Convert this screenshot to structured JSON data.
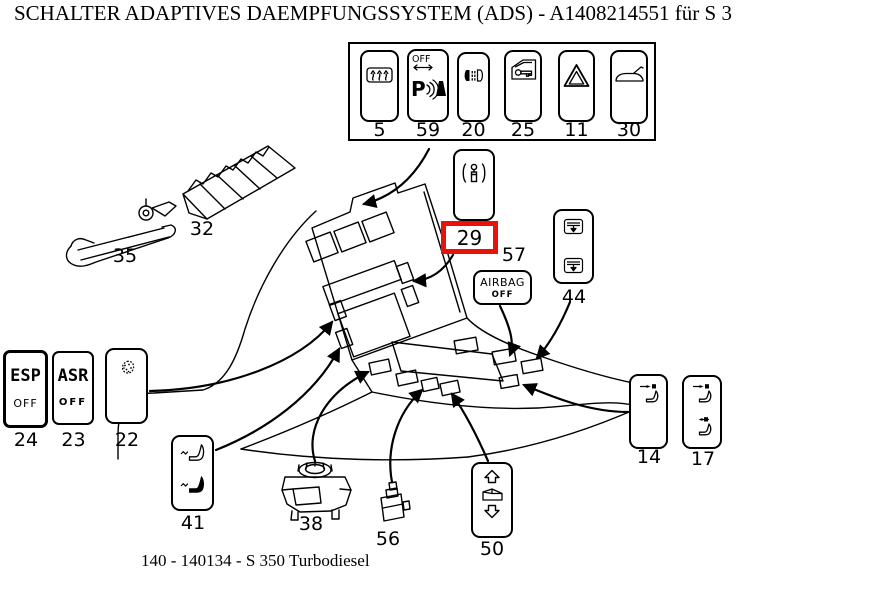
{
  "title": "SCHALTER ADAPTIVES DAEMPFUNGSSYSTEM (ADS) - A1408214551 für S 3",
  "caption": "140 - 140134 - S 350 Turbodiesel",
  "colors": {
    "highlight_box": "#e8120b",
    "line": "#000000",
    "background": "#ffffff"
  },
  "top_panel": {
    "switches": [
      {
        "number": "5",
        "icon": "rear-defroster-icon"
      },
      {
        "number": "59",
        "icon": "parktronic-icon",
        "off": "OFF",
        "p": "P"
      },
      {
        "number": "20",
        "icon": "headlamp-washer-icon"
      },
      {
        "number": "25",
        "icon": "central-locking-icon"
      },
      {
        "number": "11",
        "icon": "hazard-warning-icon"
      },
      {
        "number": "30",
        "icon": "trunk-release-icon"
      }
    ]
  },
  "highlighted_switch": {
    "number": "29",
    "icon": "suspension-damper-icon",
    "highlighted": true
  },
  "airbag_switch": {
    "number": "57",
    "label_line1": "AIRBAG",
    "label_line2": "OFF"
  },
  "rear_blind_switch": {
    "number": "44",
    "icon": "rear-blind-icon"
  },
  "esp_switch": {
    "number": "24",
    "label": "ESP",
    "sub_label": "OFF"
  },
  "asr_switch": {
    "number": "23",
    "label": "ASR",
    "sub_label": "OFF"
  },
  "blank_switch": {
    "number": "22",
    "icon": "stippled-blob-icon"
  },
  "seat_heater_switch": {
    "number": "41",
    "icon": "seat-heater-icon"
  },
  "mirror_switch_part": {
    "number": "38"
  },
  "micro_switch_part": {
    "number": "56"
  },
  "window_lifter_switch": {
    "number": "50",
    "icon": "window-lifter-icon"
  },
  "seat_adjust_switch_single": {
    "number": "14",
    "icon": "seat-adjust-icon"
  },
  "seat_adjust_switch_double": {
    "number": "17",
    "icon": "seat-adjust-icon"
  },
  "switch_frame_part": {
    "number": "32"
  },
  "bracket_part": {
    "number": "35"
  },
  "icons": {
    "rear-defroster-icon": "rectangle with three wavy up arrows",
    "parktronic-icon": "OFF, double arrow, P with sound waves and cone",
    "headlamp-washer-icon": "two lamps with spray dashes",
    "central-locking-icon": "door with key",
    "hazard-warning-icon": "double triangle",
    "trunk-release-icon": "car with open trunk lid",
    "suspension-damper-icon": "damper between parentheses",
    "rear-blind-icon": "screen with down arrow",
    "stippled-blob-icon": "dotted blob",
    "seat-heater-icon": "seat with heat zigzag",
    "window-lifter-icon": "up arrow, window, down arrow",
    "seat-adjust-icon": "seat with arrow and headrest square"
  }
}
